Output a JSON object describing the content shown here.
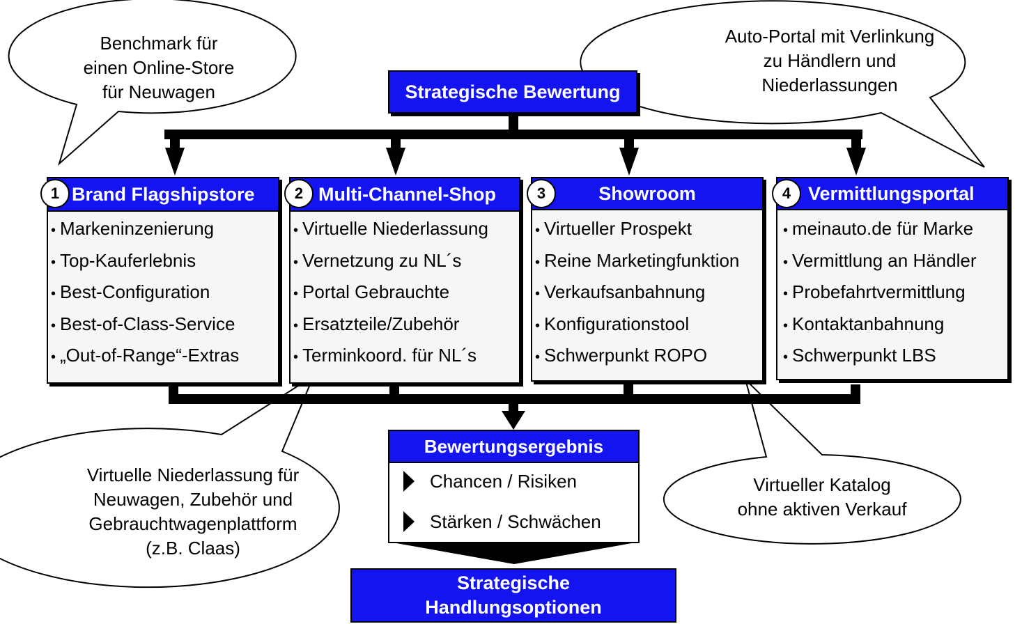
{
  "top_box": {
    "title": "Strategische Bewertung"
  },
  "callouts": {
    "top_left": [
      "Benchmark für",
      "einen Online-Store",
      "für Neuwagen"
    ],
    "top_right": [
      "Auto-Portal mit Verlinkung",
      "zu Händlern und",
      "Niederlassungen"
    ],
    "bottom_left": [
      "Virtuelle Niederlassung für",
      "Neuwagen, Zubehör und",
      "Gebrauchtwagenplattform",
      "(z.B. Claas)"
    ],
    "bottom_right": [
      "Virtueller Katalog",
      "ohne aktiven Verkauf"
    ]
  },
  "columns": [
    {
      "number": "1",
      "title": "Brand Flagshipstore",
      "items": [
        "Markeninzenierung",
        "Top-Kauferlebnis",
        "Best-Configuration",
        "Best-of-Class-Service",
        "„Out-of-Range“-Extras"
      ]
    },
    {
      "number": "2",
      "title": "Multi-Channel-Shop",
      "items": [
        "Virtuelle Niederlassung",
        "Vernetzung zu NL´s",
        "Portal Gebrauchte",
        "Ersatzteile/Zubehör",
        "Terminkoord. für NL´s"
      ]
    },
    {
      "number": "3",
      "title": "Showroom",
      "items": [
        "Virtueller Prospekt",
        "Reine Marketingfunktion",
        "Verkaufsanbahnung",
        "Konfigurationstool",
        "Schwerpunkt ROPO"
      ]
    },
    {
      "number": "4",
      "title": "Vermittlungsportal",
      "items": [
        "meinauto.de für Marke",
        "Vermittlung an Händler",
        "Probefahrtvermittlung",
        "Kontaktanbahnung",
        "Schwerpunkt LBS"
      ]
    }
  ],
  "bullet_symbol": "•",
  "result_box": {
    "title": "Bewertungsergebnis",
    "items": [
      "Chancen / Risiken",
      "Stärken / Schwächen"
    ]
  },
  "bottom_box": {
    "line1": "Strategische",
    "line2": "Handlungsoptionen"
  },
  "colors": {
    "box_blue": "#1414f0",
    "panel_bg": "#f6f6f6",
    "line": "#000000"
  }
}
